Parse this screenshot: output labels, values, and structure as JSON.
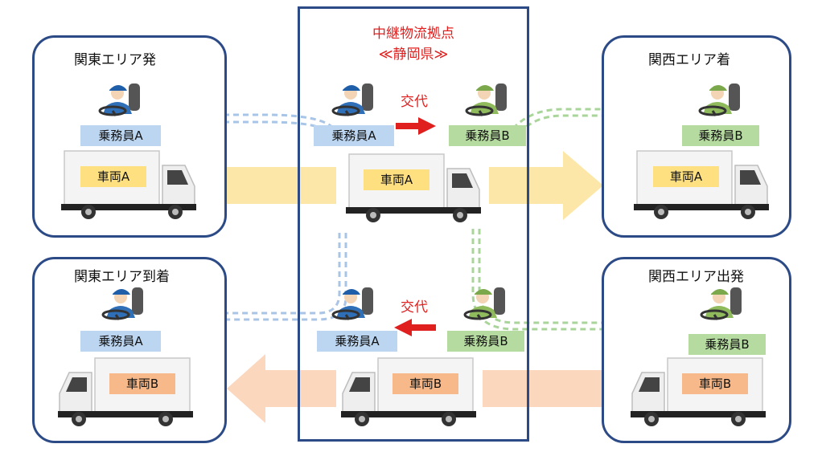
{
  "hub": {
    "title_line1": "中継物流拠点",
    "title_line2": "≪静岡県≫"
  },
  "panels": {
    "kanto_depart": {
      "title": "関東エリア発",
      "driver_label": "乗務員A",
      "truck_label": "車両A"
    },
    "kansai_arrive": {
      "title": "関西エリア着",
      "driver_label": "乗務員B",
      "truck_label": "車両A"
    },
    "kanto_arrive": {
      "title": "関東エリア到着",
      "driver_label": "乗務員A",
      "truck_label": "車両B"
    },
    "kansai_depart": {
      "title": "関西エリア出発",
      "driver_label": "乗務員B",
      "truck_label": "車両B"
    }
  },
  "hub_top": {
    "swap_label": "交代",
    "driver_a": "乗務員A",
    "driver_b": "乗務員B",
    "truck_label": "車両A"
  },
  "hub_bottom": {
    "swap_label": "交代",
    "driver_a": "乗務員A",
    "driver_b": "乗務員B",
    "truck_label": "車両B"
  },
  "colors": {
    "border": "#2b4a86",
    "accent_red": "#e0201f",
    "driver_a_label": "#bcd6f2",
    "driver_b_label": "#b6dba0",
    "vehicle_a_label": "#ffe080",
    "vehicle_b_label": "#f7b98a",
    "yellow_arrow": "#fde7a8",
    "orange_arrow": "#fbd7bd",
    "blue_path": "#a8c4e6",
    "green_path": "#a9d59a"
  }
}
